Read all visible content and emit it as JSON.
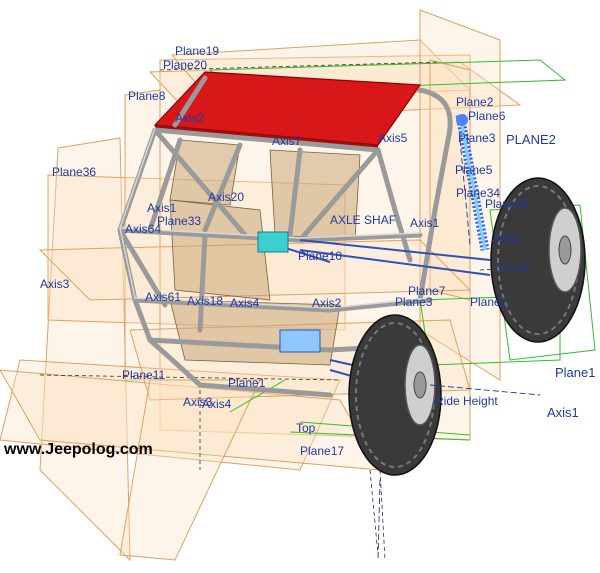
{
  "watermark": "www.Jeepolog.com",
  "colors": {
    "plane_edge": "#e0a060",
    "plane_fill": "#fbe3c4",
    "green_plane": "#2fbf2f",
    "label_blue": "#1f3aa3",
    "roof_red": "#d81818",
    "tube": "#9a9a9a",
    "tire": "#3a3a3a",
    "spring_blue": "#2a60ff"
  },
  "labels": {
    "plane19": "Plane19",
    "plane20": "Plane20",
    "plane8": "Plane8",
    "axis2": "Axis2",
    "plane2_top": "Plane2",
    "plane6": "Plane6",
    "plane3": "Plane3",
    "plane2_right": "PLANE2",
    "axis7": "Axis7",
    "axis5": "Axis5",
    "plane5": "Plane5",
    "plane36": "Plane36",
    "plane34": "Plane34",
    "plane38": "Plane38",
    "axis20": "Axis20",
    "axis1_left": "Axis1",
    "plane33": "Plane33",
    "axis64": "Axis64",
    "axle_shaft": "AXLE SHAF",
    "axis1_mid": "Axis1",
    "axis1_right": "Axis1",
    "plane10": "Plane10",
    "axis3": "Axis3",
    "axis61": "Axis61",
    "axis18": "Axis18",
    "axis4_mid": "Axis4",
    "axis_lower": "Axis2",
    "plane7": "Plane7",
    "plane3_b": "Plane3",
    "plane1_right_mid": "Plane1",
    "plane1_right": "Plane1",
    "plane11": "Plane11",
    "plane1_lower": "Plane1",
    "axis3_b": "Axis3",
    "axis4": "Axis4",
    "axis1_bottom": "Axis1",
    "top": "Top",
    "plane17": "Plane17",
    "ride_height": "Ride Height",
    "cv_axle": "CV AX"
  }
}
